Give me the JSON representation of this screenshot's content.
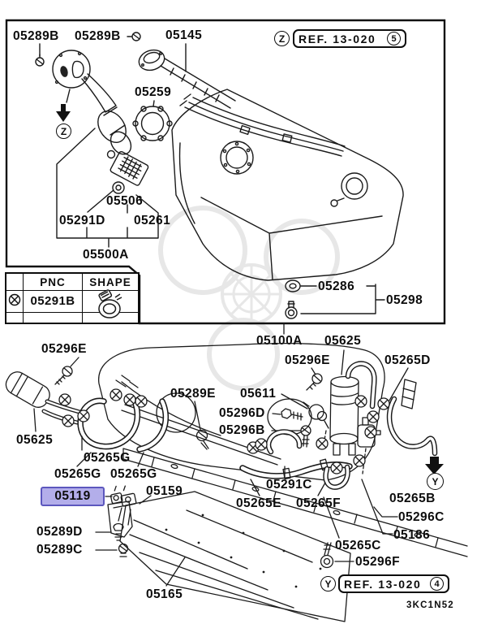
{
  "page": {
    "type": "parts-diagram",
    "plate_code": "3KC1N52",
    "highlight_fill": "#b3aeea",
    "highlight_border": "#5c57be",
    "line_color": "#1a1a1a"
  },
  "refs": {
    "top": {
      "anchor": "Z",
      "label": "REF. 13-020",
      "page": "5"
    },
    "bottom": {
      "anchor": "Y",
      "label": "REF. 13-020",
      "page": "4"
    }
  },
  "anchors": {
    "z_arrow": "Z",
    "y_arrow": "Y"
  },
  "legend_table": {
    "col_pnc": "PNC",
    "col_shape": "SHAPE",
    "row_symbol": "circled-x-clamp-position",
    "row_pnc": "05291B",
    "row_shape_icon": "hose-clamp-icon"
  },
  "labels": {
    "p05289b_a": {
      "text": "05289B"
    },
    "p05289b_b": {
      "text": "05289B"
    },
    "p05145": {
      "text": "05145"
    },
    "p05259": {
      "text": "05259"
    },
    "p05506": {
      "text": "05506"
    },
    "p05291d": {
      "text": "05291D"
    },
    "p05261": {
      "text": "05261"
    },
    "p05500a": {
      "text": "05500A"
    },
    "p05286": {
      "text": "05286"
    },
    "p05298": {
      "text": "05298"
    },
    "p05100a": {
      "text": "05100A"
    },
    "p05625_r": {
      "text": "05625"
    },
    "p05296e_r": {
      "text": "05296E"
    },
    "p05265d": {
      "text": "05265D"
    },
    "p05296e_l": {
      "text": "05296E"
    },
    "p05289e": {
      "text": "05289E"
    },
    "p05611": {
      "text": "05611"
    },
    "p05296d": {
      "text": "05296D"
    },
    "p05296b": {
      "text": "05296B"
    },
    "p05625_l": {
      "text": "05625"
    },
    "p05265g_1": {
      "text": "05265G"
    },
    "p05265g_2": {
      "text": "05265G"
    },
    "p05265g_3": {
      "text": "05265G"
    },
    "p05119": {
      "text": "05119"
    },
    "p05159": {
      "text": "05159"
    },
    "p05291c": {
      "text": "05291C"
    },
    "p05265e": {
      "text": "05265E"
    },
    "p05265f": {
      "text": "05265F"
    },
    "p05265b": {
      "text": "05265B"
    },
    "p05296c": {
      "text": "05296C"
    },
    "p05186": {
      "text": "05186"
    },
    "p05289d": {
      "text": "05289D"
    },
    "p05289c": {
      "text": "05289C"
    },
    "p05265c": {
      "text": "05265C"
    },
    "p05296f": {
      "text": "05296F"
    },
    "p05165": {
      "text": "05165"
    }
  }
}
